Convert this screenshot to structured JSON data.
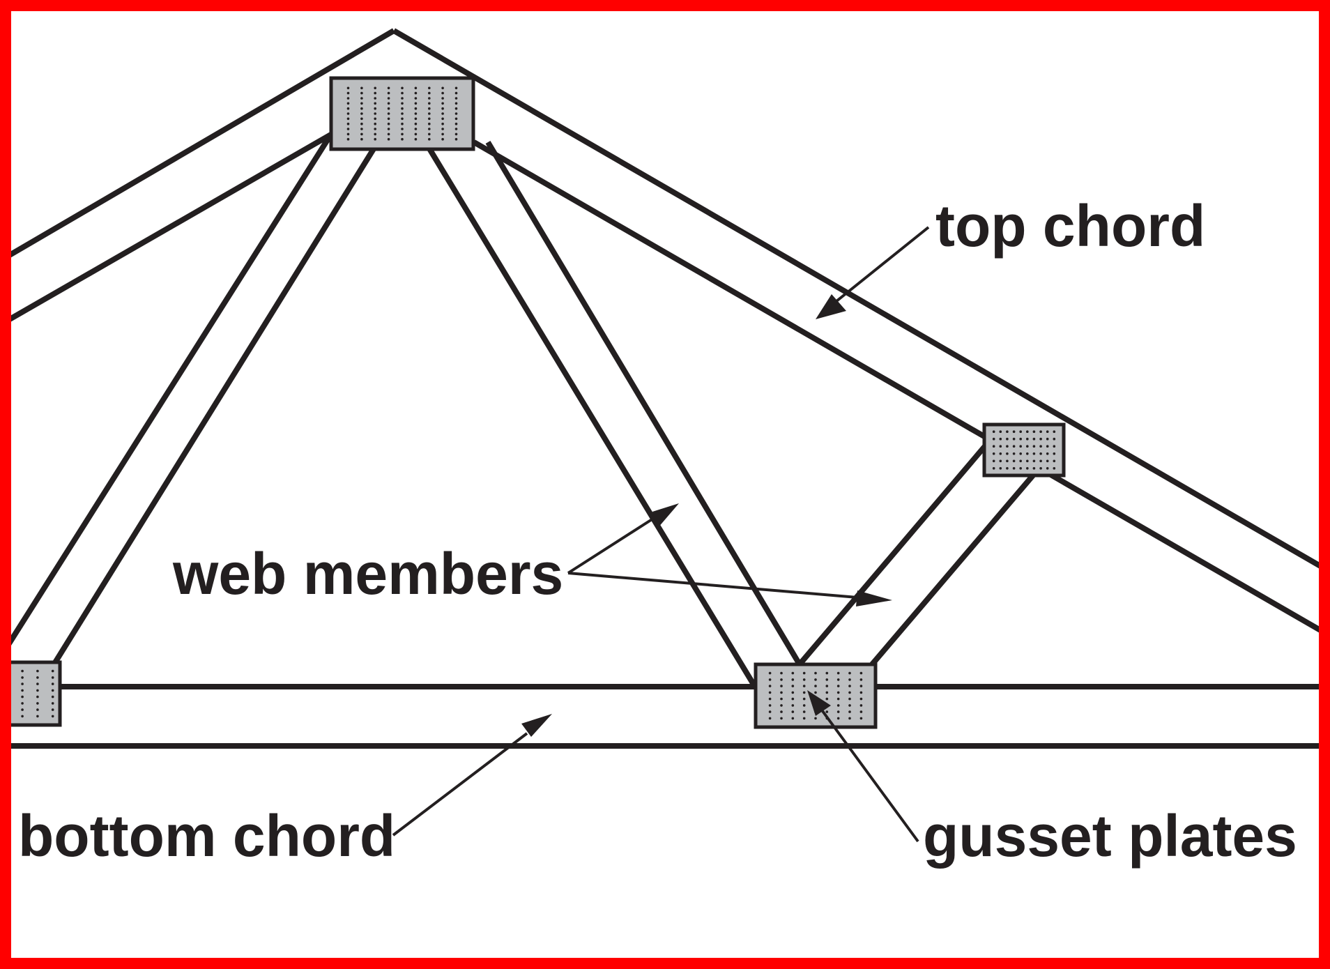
{
  "diagram": {
    "labels": {
      "top_chord": "top chord",
      "web_members": "web members",
      "bottom_chord": "bottom chord",
      "gusset_plates": "gusset plates"
    },
    "colors": {
      "frame": "#ff0000",
      "lines": "#231f20",
      "plate_fill": "#bcbec0",
      "background": "#ffffff"
    }
  }
}
